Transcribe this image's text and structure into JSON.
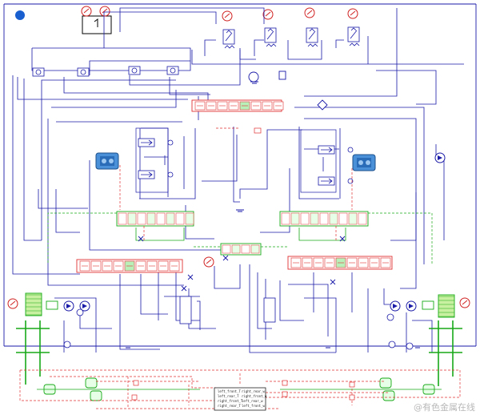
{
  "watermark": "@有色金属在线",
  "signal_block": {
    "inputs": [
      "left_front_T",
      "left_rear_T",
      "right_front_T",
      "right_rear_T"
    ],
    "outputs": [
      "right_rear_w",
      "right_front_w",
      "left_rear_w",
      "left_front_w"
    ]
  },
  "colors": {
    "hydraulic": "#1a1aa8",
    "mechanical": "#18a818",
    "signal": "#e03030",
    "sensor": "#d02020",
    "motor": "#2070c0"
  },
  "icons": [
    "sensor-gauge-icon",
    "reservoir-icon",
    "pump-icon",
    "motor-icon",
    "valve-icon",
    "check-valve-icon",
    "spring-icon",
    "tank-icon"
  ]
}
